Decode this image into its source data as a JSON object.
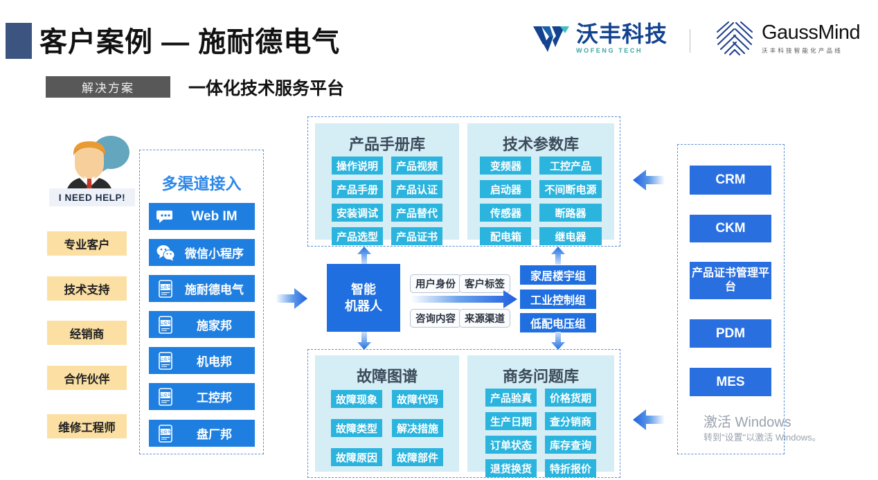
{
  "header": {
    "title": "客户案例 — 施耐德电气",
    "solution_chip": "解决方案",
    "subtitle": "一体化技术服务平台",
    "accent_color": "#3b5480"
  },
  "logos": {
    "wofeng": {
      "cn": "沃丰科技",
      "en": "WOFENG TECH",
      "color": "#13438f",
      "mark": "w-logo-icon"
    },
    "divider": "|",
    "gaussmind": {
      "name": "GaussMind",
      "sub": "沃丰科技智能化产品线",
      "mark": "gaussmind-knot-icon"
    }
  },
  "persona": {
    "icon": "person-with-speech-bubble-icon",
    "banner": "I NEED HELP!",
    "roles": [
      "专业客户",
      "技术支持",
      "经销商",
      "合作伙伴",
      "维修工程师"
    ],
    "role_color": "#fbdfa3"
  },
  "channels": {
    "title": "多渠道接入",
    "items": [
      {
        "label": "Web IM",
        "icon": "chat-bubble-icon",
        "latin": true
      },
      {
        "label": "微信小程序",
        "icon": "wechat-icon",
        "latin": false
      },
      {
        "label": "施耐德电气",
        "icon": "official-account-icon",
        "latin": false
      },
      {
        "label": "施家邦",
        "icon": "official-account-icon",
        "latin": false
      },
      {
        "label": "机电邦",
        "icon": "official-account-icon",
        "latin": false
      },
      {
        "label": "工控邦",
        "icon": "official-account-icon",
        "latin": false
      },
      {
        "label": "盘厂邦",
        "icon": "official-account-icon",
        "latin": false
      }
    ],
    "button_color": "#1f7fe0"
  },
  "knowledge_panels": [
    {
      "title": "产品手册库",
      "col_left": [
        "操作说明",
        "产品手册",
        "安装调试",
        "产品选型"
      ],
      "col_right": [
        "产品视频",
        "产品认证",
        "产品替代",
        "产品证书"
      ]
    },
    {
      "title": "技术参数库",
      "col_left": [
        "变频器",
        "启动器",
        "传感器",
        "配电箱"
      ],
      "col_right": [
        "工控产品",
        "不间断电源",
        "断路器",
        "继电器"
      ]
    },
    {
      "title": "故障图谱",
      "col_left": [
        "故障现象",
        "故障类型",
        "故障原因"
      ],
      "col_right": [
        "故障代码",
        "解决措施",
        "故障部件"
      ]
    },
    {
      "title": "商务问题库",
      "col_left": [
        "产品验真",
        "生产日期",
        "订单状态",
        "退货换货"
      ],
      "col_right": [
        "价格货期",
        "查分销商",
        "库存查询",
        "特折报价"
      ]
    }
  ],
  "center": {
    "robot_label": "智能\n机器人",
    "param_tags": [
      "用户身份",
      "客户标签",
      "咨询内容",
      "来源渠道"
    ],
    "groups": [
      "家居楼宇组",
      "工业控制组",
      "低配电压组"
    ],
    "arrow": "right-arrow-icon"
  },
  "systems": {
    "items": [
      "CRM",
      "CKM",
      "产品证书管理平台",
      "PDM",
      "MES"
    ],
    "button_color": "#2a6fe0"
  },
  "watermark": {
    "line1": "激活 Windows",
    "line2": "转到\"设置\"以激活 Windows。"
  },
  "colors": {
    "panel_bg": "#d5edf5",
    "tag": "#2ab4de",
    "dashed_border": "#5b8fd4",
    "arrow": "#1f6fe0"
  }
}
